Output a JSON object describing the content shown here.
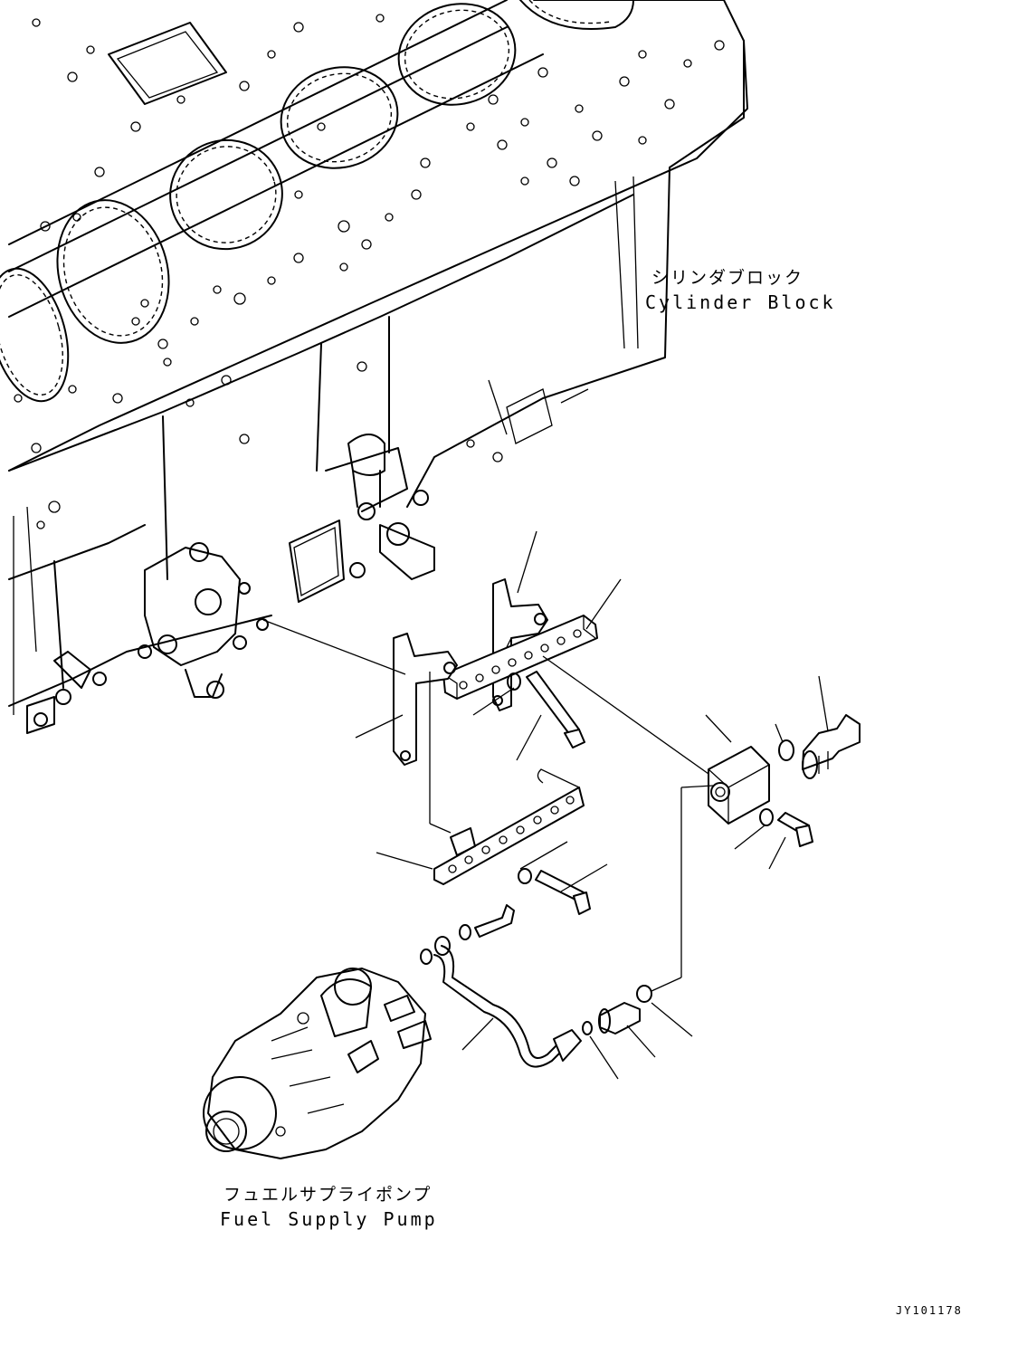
{
  "labels": {
    "cylinder_block_ja": "シリンダブロック",
    "cylinder_block_en": "Cylinder Block",
    "fuel_supply_pump_ja": "フュエルサプライポンプ",
    "fuel_supply_pump_en": "Fuel Supply Pump",
    "drawing_code": "JY101178"
  },
  "colors": {
    "line": "#000000",
    "background": "#ffffff"
  }
}
